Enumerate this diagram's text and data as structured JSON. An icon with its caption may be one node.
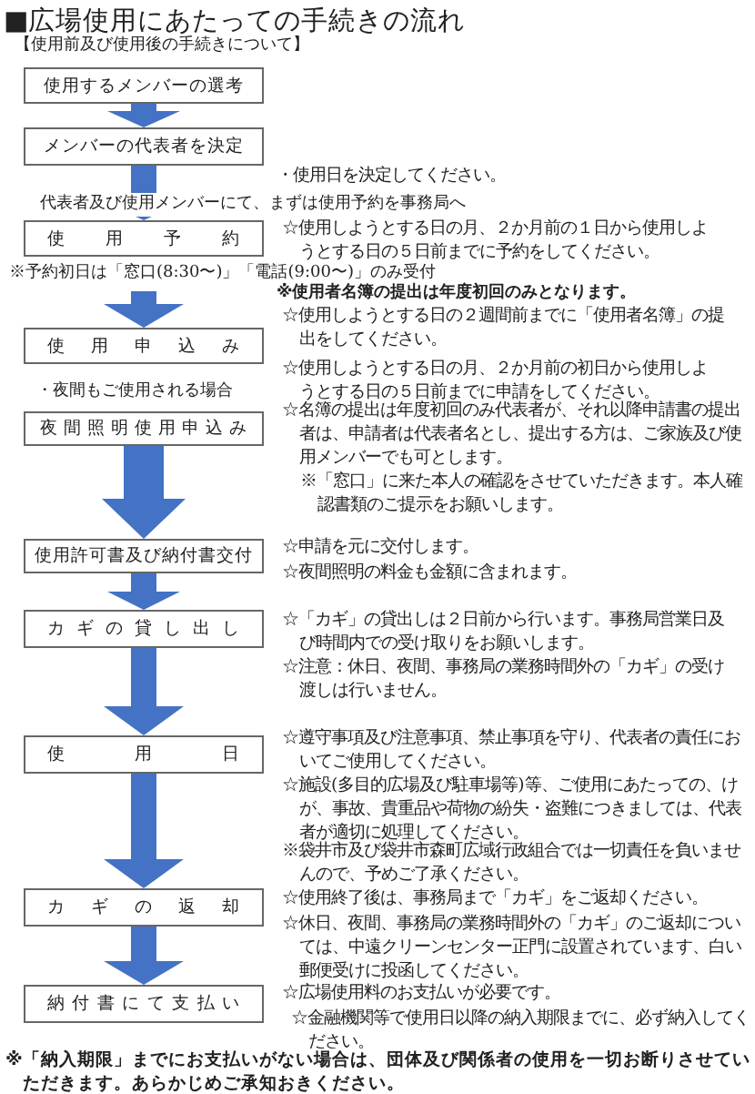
{
  "diagram": {
    "title": "■広場使用にあたっての手続きの流れ",
    "nodes": [
      {
        "text": [
          "使用するメンバーの選考"
        ]
      },
      {
        "text": [
          "メンバーの代表者を決定"
        ],
        "beside": [
          "・使用日を決定してください。"
        ]
      },
      {
        "text": [
          "使用予約"
        ],
        "beside": [
          "☆使用しようとする日の月、２か月前の１日から使用しようとする日の５日前までに予約をしてください。"
        ]
      },
      {
        "text": [
          "使用申込み"
        ],
        "beside": [
          "☆使用しようとする日の２週間前までに「使用者名簿」の提出をしてください。",
          "☆使用しようとする日の月、２か月前の初日から使用しようとする日の５日前までに申請をしてください。"
        ]
      },
      {
        "text": [
          "夜間照明使用申込み"
        ],
        "beside": [
          "☆名簿の提出は年度初回のみ代表者が、それ以降申請書の提出者は、申請者は代表者名とし、提出する方は、ご家族及び使用メンバーでも可とします。",
          "※「窓口」に来た本人の確認をさせていただきます。本人確認書類のご提示をお願いします。"
        ]
      },
      {
        "text": [
          "使用許可書及び納付書交付"
        ],
        "beside": [
          "☆申請を元に交付します。",
          "☆夜間照明の料金も金額に含まれます。"
        ]
      },
      {
        "text": [
          "カギの貸し出し"
        ],
        "beside": [
          "☆「カギ」の貸出しは２日前から行います。事務局営業日及び時間内での受け取りをお願いします。",
          "☆注意：休日、夜間、事務局の業務時間外の「カギ」の受け渡しは行いません。"
        ]
      },
      {
        "text": [
          "使用日"
        ],
        "beside": [
          "☆遵守事項及び注意事項、禁止事項を守り、代表者の責任においてご使用してください。",
          "☆施設(多目的広場及び駐車場等)等、ご使用にあたっての、けが、事故、貴重品や荷物の紛失・盗難につきましては、代表者が適切に処理してください。",
          "※袋井市及び袋井市森町広域行政組合では一切責任を負いませんので、予めご了承ください。"
        ]
      },
      {
        "text": [
          "カギの返却"
        ],
        "beside": [
          "☆使用終了後は、事務局まで「カギ」をご返却ください。",
          "☆休日、夜間、事務局の業務時間外の「カギ」のご返却については、中遠クリーンセンター正門に設置されています、白い郵便受けに投函してください。"
        ]
      },
      {
        "text": [
          "納付書にて支払い"
        ],
        "beside": [
          "☆広場使用料のお支払いが必要です。",
          "☆金融機関等で使用日以降の納入期限までに、必ず納入してください。"
        ]
      }
    ],
    "edges": [
      {
        "from": 0,
        "to": 1,
        "arrow": "to"
      },
      {
        "from": 1,
        "to": 2,
        "arrow": "to"
      },
      {
        "from": 2,
        "to": 3,
        "arrow": "to"
      },
      {
        "from": 4,
        "to": 5,
        "arrow": "to"
      },
      {
        "from": 5,
        "to": 6,
        "arrow": "to"
      },
      {
        "from": 6,
        "to": 7,
        "arrow": "to"
      },
      {
        "from": 7,
        "to": 8,
        "arrow": "to"
      },
      {
        "from": 8,
        "to": 9,
        "arrow": "to"
      }
    ],
    "labels": [
      "【使用前及び使用後の手続きについて】",
      "代表者及び使用メンバーにて、まずは使用予約を事務局へ",
      "※予約初日は「窓口(8:30〜)」「電話(9:00〜)」のみ受付",
      "※使用者名簿の提出は年度初回のみとなります。",
      "・夜間もご使用される場合",
      "※「納入期限」までにお支払いがない場合は、団体及び関係者の使用を一切お断りさせていただきます。あらかじめご承知おきください。"
    ]
  }
}
